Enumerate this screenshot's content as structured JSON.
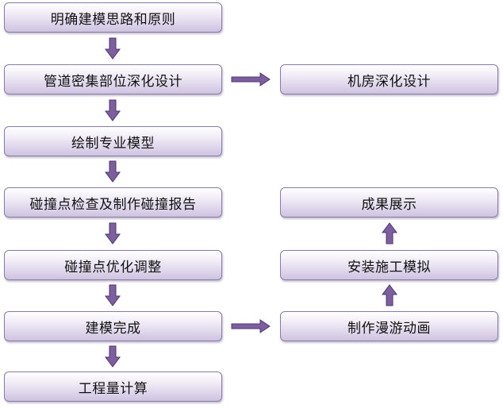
{
  "flowchart": {
    "left_column": [
      "明确建模思路和原则",
      "管道密集部位深化设计",
      "绘制专业模型",
      "碰撞点检查及制作碰撞报告",
      "碰撞点优化调整",
      "建模完成",
      "工程量计算"
    ],
    "right_column": {
      "top": "机房深化设计",
      "bottom_up": [
        "制作漫游动画",
        "安装施工模拟",
        "成果展示"
      ]
    }
  },
  "colors": {
    "arrow_fill": "#7d5fa0",
    "arrow_stroke": "#4e3570",
    "box_border": "#8a7aa6"
  }
}
